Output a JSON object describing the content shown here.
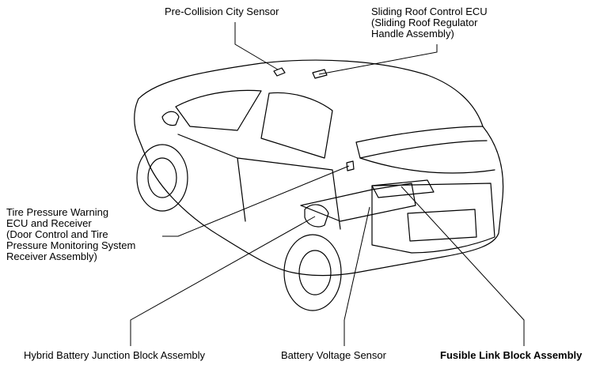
{
  "callouts": {
    "pre_collision": [
      "Pre-Collision City Sensor"
    ],
    "sliding_roof": [
      "Sliding Roof Control ECU",
      "(Sliding Roof Regulator",
      "Handle Assembly)"
    ],
    "tpms": [
      "Tire Pressure Warning",
      "ECU and Receiver",
      "(Door Control and Tire",
      "Pressure Monitoring System",
      "Receiver Assembly)"
    ],
    "hybrid_battery": [
      "Hybrid Battery Junction Block Assembly"
    ],
    "battery_voltage": [
      "Battery Voltage Sensor"
    ],
    "fusible_link": [
      "Fusible Link Block Assembly"
    ]
  },
  "highlight_callout": "fusible_link"
}
